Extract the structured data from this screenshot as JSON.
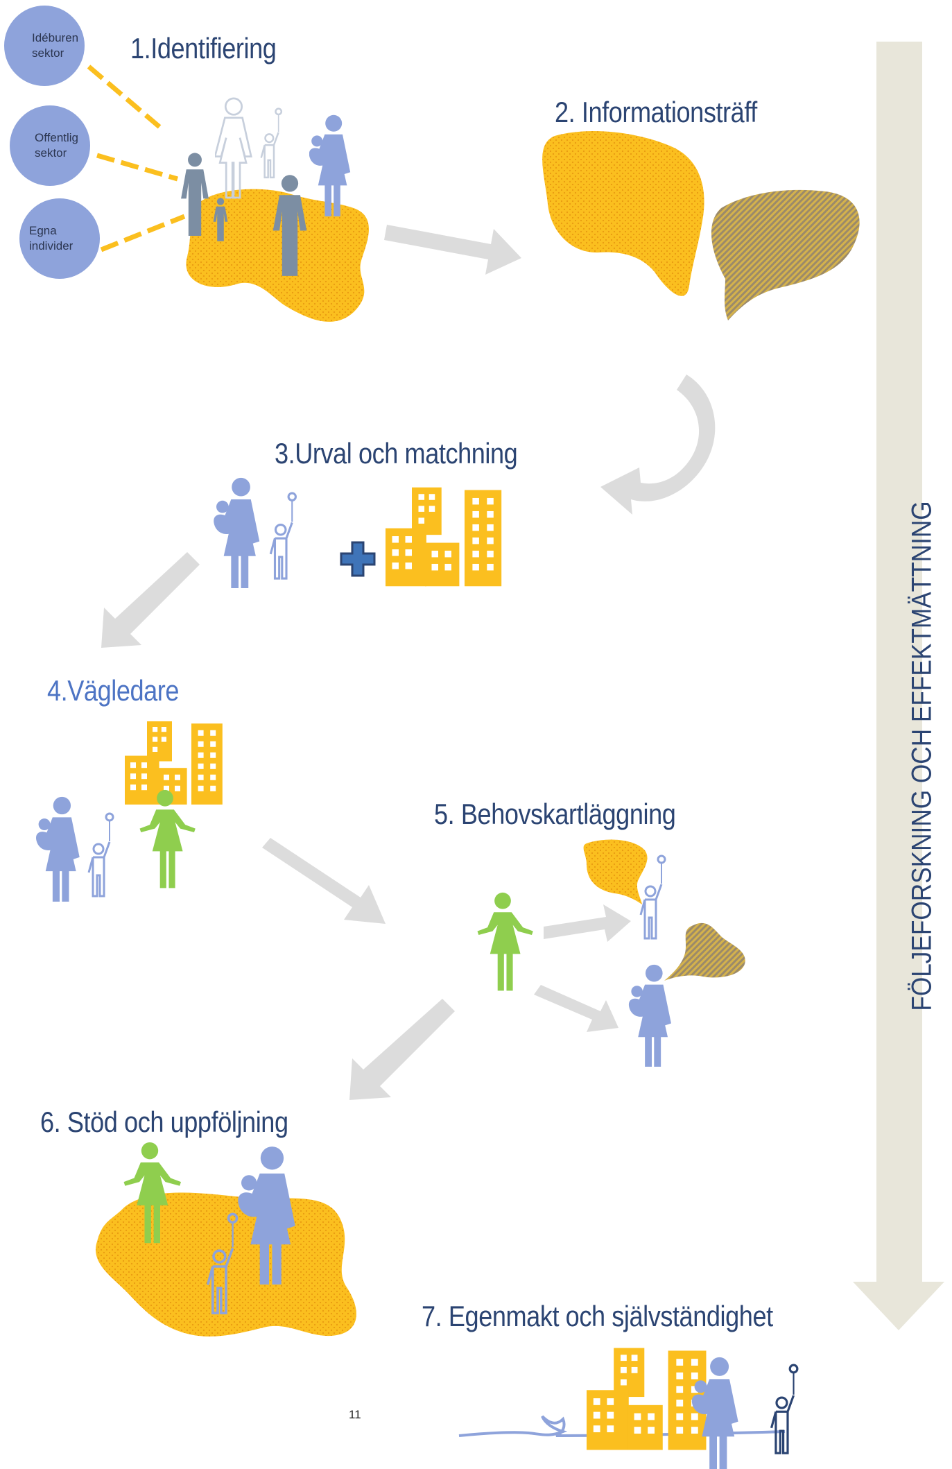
{
  "steps": [
    {
      "label": "1.Identifiering"
    },
    {
      "label": "2. Informationsträff"
    },
    {
      "label": "3.Urval och matchning"
    },
    {
      "label": "4.Vägledare"
    },
    {
      "label": "5. Behovskartläggning"
    },
    {
      "label": "6. Stöd och uppföljning"
    },
    {
      "label": "7. Egenmakt och självständighet"
    }
  ],
  "sectors": [
    {
      "label": "Idéburen\nsektor"
    },
    {
      "label": "Offentlig\nsektor"
    },
    {
      "label": "Egna\nindivider"
    }
  ],
  "side_label": "FÖLJEFORSKNING OCH EFFEKTMÄTTNING",
  "page_number": "11",
  "colors": {
    "title_text": "#2b4472",
    "accent_blue_title": "#4d74c4",
    "yellow": "#fbbf1f",
    "olive_bubble": "#c9a74a",
    "lavender_person": "#8ea3db",
    "green_person": "#8fce4e",
    "gray_person": "#7c8ea3",
    "arrow_gray": "#dcdcdc",
    "side_arrow": "#e8e6da",
    "sector_circle": "#8ea3db",
    "plus_blue": "#3f74b8"
  }
}
